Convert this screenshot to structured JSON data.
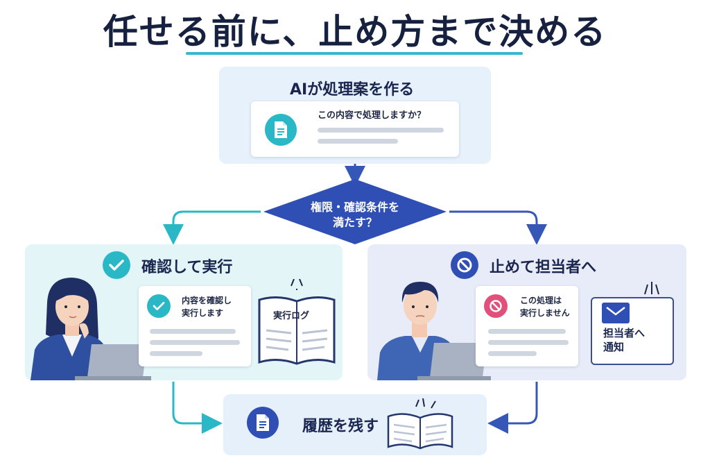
{
  "title": "任せる前に、止め方まで決める",
  "top": {
    "title": "AIが処理案を作る",
    "card_text": "この内容で処理しますか？",
    "icon": "document-icon"
  },
  "decision": {
    "line1": "権限・確認条件を",
    "line2": "満たす？"
  },
  "left": {
    "title": "確認して実行",
    "card_line1": "内容を確認し",
    "card_line2": "実行します",
    "log_label": "実行ログ",
    "icon": "check-icon"
  },
  "right": {
    "title": "止めて担当者へ",
    "card_line1": "この処理は",
    "card_line2": "実行しません",
    "notify_line1": "担当者へ",
    "notify_line2": "通知",
    "icon": "prohibited-icon"
  },
  "bottom": {
    "title": "履歴を残す",
    "icon": "document-icon"
  },
  "colors": {
    "navy": "#16203f",
    "teal": "#2bb8c6",
    "blue": "#3457b8",
    "cyan_accent": "#35b7d4",
    "red_accent": "#e0507a"
  }
}
